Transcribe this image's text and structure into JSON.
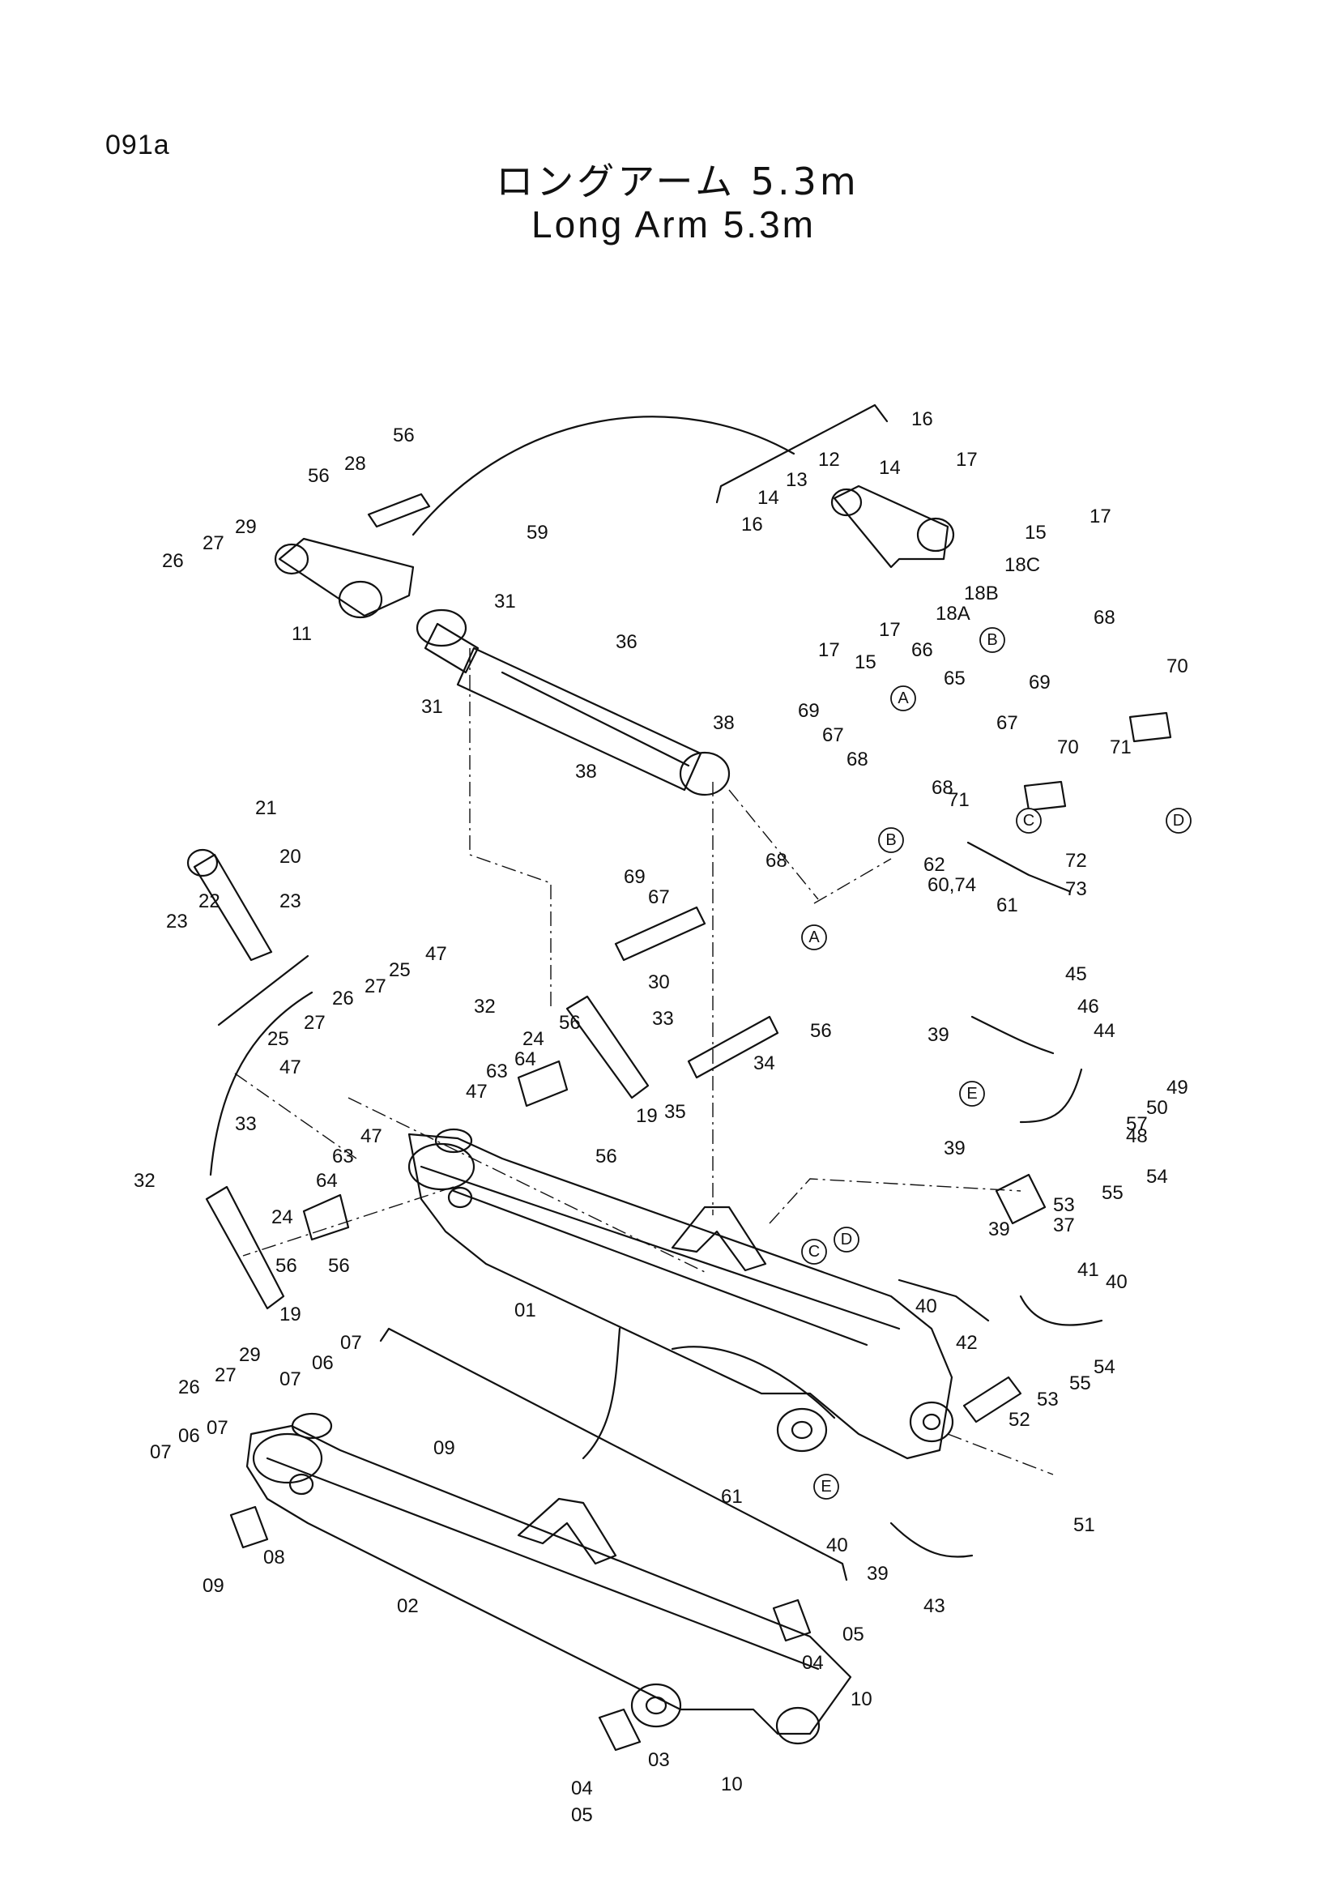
{
  "header": {
    "page_code": "091a",
    "title_jp": "ロングアーム 5.3m",
    "title_en": "Long Arm 5.3m"
  },
  "callouts": [
    {
      "id": "c01",
      "text": "01"
    },
    {
      "id": "c02",
      "text": "02"
    },
    {
      "id": "c03",
      "text": "03"
    },
    {
      "id": "c04a",
      "text": "04"
    },
    {
      "id": "c04b",
      "text": "04"
    },
    {
      "id": "c05a",
      "text": "05"
    },
    {
      "id": "c05b",
      "text": "05"
    },
    {
      "id": "c06a",
      "text": "06"
    },
    {
      "id": "c06b",
      "text": "06"
    },
    {
      "id": "c07a",
      "text": "07"
    },
    {
      "id": "c07b",
      "text": "07"
    },
    {
      "id": "c07c",
      "text": "07"
    },
    {
      "id": "c07d",
      "text": "07"
    },
    {
      "id": "c08",
      "text": "08"
    },
    {
      "id": "c09a",
      "text": "09"
    },
    {
      "id": "c09b",
      "text": "09"
    },
    {
      "id": "c10a",
      "text": "10"
    },
    {
      "id": "c10b",
      "text": "10"
    },
    {
      "id": "c11",
      "text": "11"
    },
    {
      "id": "c12",
      "text": "12"
    },
    {
      "id": "c13",
      "text": "13"
    },
    {
      "id": "c14a",
      "text": "14"
    },
    {
      "id": "c14b",
      "text": "14"
    },
    {
      "id": "c15a",
      "text": "15"
    },
    {
      "id": "c15b",
      "text": "15"
    },
    {
      "id": "c16a",
      "text": "16"
    },
    {
      "id": "c16b",
      "text": "16"
    },
    {
      "id": "c17a",
      "text": "17"
    },
    {
      "id": "c17b",
      "text": "17"
    },
    {
      "id": "c17c",
      "text": "17"
    },
    {
      "id": "c17d",
      "text": "17"
    },
    {
      "id": "c18a",
      "text": "18A"
    },
    {
      "id": "c18b",
      "text": "18B"
    },
    {
      "id": "c18c",
      "text": "18C"
    },
    {
      "id": "c19a",
      "text": "19"
    },
    {
      "id": "c19b",
      "text": "19"
    },
    {
      "id": "c20",
      "text": "20"
    },
    {
      "id": "c21",
      "text": "21"
    },
    {
      "id": "c22",
      "text": "22"
    },
    {
      "id": "c23a",
      "text": "23"
    },
    {
      "id": "c23b",
      "text": "23"
    },
    {
      "id": "c24a",
      "text": "24"
    },
    {
      "id": "c24b",
      "text": "24"
    },
    {
      "id": "c25a",
      "text": "25"
    },
    {
      "id": "c25b",
      "text": "25"
    },
    {
      "id": "c26a",
      "text": "26"
    },
    {
      "id": "c26b",
      "text": "26"
    },
    {
      "id": "c26c",
      "text": "26"
    },
    {
      "id": "c27a",
      "text": "27"
    },
    {
      "id": "c27b",
      "text": "27"
    },
    {
      "id": "c27c",
      "text": "27"
    },
    {
      "id": "c27d",
      "text": "27"
    },
    {
      "id": "c28",
      "text": "28"
    },
    {
      "id": "c29a",
      "text": "29"
    },
    {
      "id": "c29b",
      "text": "29"
    },
    {
      "id": "c30",
      "text": "30"
    },
    {
      "id": "c31a",
      "text": "31"
    },
    {
      "id": "c31b",
      "text": "31"
    },
    {
      "id": "c32a",
      "text": "32"
    },
    {
      "id": "c32b",
      "text": "32"
    },
    {
      "id": "c33a",
      "text": "33"
    },
    {
      "id": "c33b",
      "text": "33"
    },
    {
      "id": "c34",
      "text": "34"
    },
    {
      "id": "c35",
      "text": "35"
    },
    {
      "id": "c36",
      "text": "36"
    },
    {
      "id": "c37",
      "text": "37"
    },
    {
      "id": "c38a",
      "text": "38"
    },
    {
      "id": "c38b",
      "text": "38"
    },
    {
      "id": "c39a",
      "text": "39"
    },
    {
      "id": "c39b",
      "text": "39"
    },
    {
      "id": "c39c",
      "text": "39"
    },
    {
      "id": "c39d",
      "text": "39"
    },
    {
      "id": "c40a",
      "text": "40"
    },
    {
      "id": "c40b",
      "text": "40"
    },
    {
      "id": "c40c",
      "text": "40"
    },
    {
      "id": "c41",
      "text": "41"
    },
    {
      "id": "c42",
      "text": "42"
    },
    {
      "id": "c43",
      "text": "43"
    },
    {
      "id": "c44",
      "text": "44"
    },
    {
      "id": "c45",
      "text": "45"
    },
    {
      "id": "c46",
      "text": "46"
    },
    {
      "id": "c47a",
      "text": "47"
    },
    {
      "id": "c47b",
      "text": "47"
    },
    {
      "id": "c47c",
      "text": "47"
    },
    {
      "id": "c47d",
      "text": "47"
    },
    {
      "id": "c48",
      "text": "48"
    },
    {
      "id": "c49",
      "text": "49"
    },
    {
      "id": "c50",
      "text": "50"
    },
    {
      "id": "c51",
      "text": "51"
    },
    {
      "id": "c52",
      "text": "52"
    },
    {
      "id": "c53a",
      "text": "53"
    },
    {
      "id": "c53b",
      "text": "53"
    },
    {
      "id": "c54a",
      "text": "54"
    },
    {
      "id": "c54b",
      "text": "54"
    },
    {
      "id": "c55a",
      "text": "55"
    },
    {
      "id": "c55b",
      "text": "55"
    },
    {
      "id": "c56a",
      "text": "56"
    },
    {
      "id": "c56b",
      "text": "56"
    },
    {
      "id": "c56c",
      "text": "56"
    },
    {
      "id": "c56d",
      "text": "56"
    },
    {
      "id": "c56e",
      "text": "56"
    },
    {
      "id": "c56f",
      "text": "56"
    },
    {
      "id": "c56g",
      "text": "56"
    },
    {
      "id": "c57",
      "text": "57"
    },
    {
      "id": "c59",
      "text": "59"
    },
    {
      "id": "c60",
      "text": "60,74"
    },
    {
      "id": "c61a",
      "text": "61"
    },
    {
      "id": "c61b",
      "text": "61"
    },
    {
      "id": "c62",
      "text": "62"
    },
    {
      "id": "c63a",
      "text": "63"
    },
    {
      "id": "c63b",
      "text": "63"
    },
    {
      "id": "c64a",
      "text": "64"
    },
    {
      "id": "c64b",
      "text": "64"
    },
    {
      "id": "c65",
      "text": "65"
    },
    {
      "id": "c66",
      "text": "66"
    },
    {
      "id": "c67a",
      "text": "67"
    },
    {
      "id": "c67b",
      "text": "67"
    },
    {
      "id": "c67c",
      "text": "67"
    },
    {
      "id": "c68a",
      "text": "68"
    },
    {
      "id": "c68b",
      "text": "68"
    },
    {
      "id": "c68c",
      "text": "68"
    },
    {
      "id": "c68d",
      "text": "68"
    },
    {
      "id": "c69a",
      "text": "69"
    },
    {
      "id": "c69b",
      "text": "69"
    },
    {
      "id": "c69c",
      "text": "69"
    },
    {
      "id": "c70a",
      "text": "70"
    },
    {
      "id": "c70b",
      "text": "70"
    },
    {
      "id": "c71a",
      "text": "71"
    },
    {
      "id": "c71b",
      "text": "71"
    },
    {
      "id": "c72",
      "text": "72"
    },
    {
      "id": "c73",
      "text": "73"
    }
  ],
  "ref_markers": [
    {
      "id": "rA1",
      "text": "A"
    },
    {
      "id": "rA2",
      "text": "A"
    },
    {
      "id": "rB1",
      "text": "B"
    },
    {
      "id": "rB2",
      "text": "B"
    },
    {
      "id": "rC1",
      "text": "C"
    },
    {
      "id": "rC2",
      "text": "C"
    },
    {
      "id": "rD1",
      "text": "D"
    },
    {
      "id": "rD2",
      "text": "D"
    },
    {
      "id": "rE1",
      "text": "E"
    },
    {
      "id": "rE2",
      "text": "E"
    }
  ]
}
